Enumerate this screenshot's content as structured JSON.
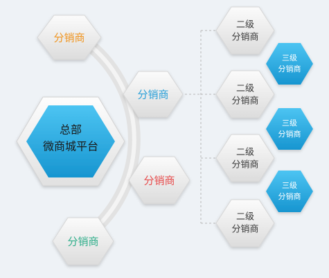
{
  "colors": {
    "background": "#eef2f6",
    "hex_fill_light": "#f7f7f7",
    "hex_fill_dark": "#d9d9d9",
    "hq_blue": "#29aee6",
    "hq_blue_dark": "#1794cf",
    "level3_blue": "#1ea4df",
    "arc_gray": "#e3e3e3",
    "connector": "#b5b5b5",
    "orange_text": "#f0941e",
    "blue_text": "#2aa0d8",
    "red_text": "#e74b4b",
    "green_text": "#2fae8a",
    "dark_text": "#3a3a3a"
  },
  "headquarters": {
    "line1": "总部",
    "line2": "微商城平台"
  },
  "distributors": [
    {
      "label": "分销商",
      "color": "#f0941e"
    },
    {
      "label": "分销商",
      "color": "#2aa0d8"
    },
    {
      "label": "分销商",
      "color": "#e74b4b"
    },
    {
      "label": "分销商",
      "color": "#2fae8a"
    }
  ],
  "level2": [
    {
      "line1": "二级",
      "line2": "分销商"
    },
    {
      "line1": "二级",
      "line2": "分销商"
    },
    {
      "line1": "二级",
      "line2": "分销商"
    },
    {
      "line1": "二级",
      "line2": "分销商"
    }
  ],
  "level3": [
    {
      "line1": "三级",
      "line2": "分销商"
    },
    {
      "line1": "三级",
      "line2": "分销商"
    },
    {
      "line1": "三级",
      "line2": "分销商"
    }
  ]
}
